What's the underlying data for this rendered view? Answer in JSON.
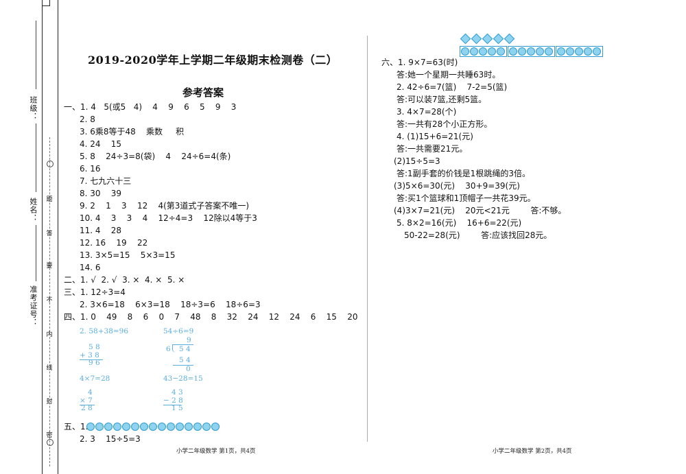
{
  "sidebar": {
    "labels": [
      "班级：",
      "姓名：",
      "准考证号："
    ],
    "seal_chars": [
      "密",
      "封",
      "线",
      "内",
      "不",
      "要",
      "答",
      "题"
    ]
  },
  "page1": {
    "title": "2019-2020学年上学期二年级期末检测卷（二）",
    "subtitle": "参考答案",
    "lines": [
      "一、1. 4   5(或5   4)    4    9    6    5    9    3",
      "2. 8",
      "3. 6乘8等于48    乘数     积",
      "4. 24    15",
      "5. 8    24÷3=8(袋)    4    24÷6=4(条)",
      "6. 16",
      "7. 七九六十三",
      "8. 30    39",
      "9. 2    1    3    12    4(第3道式子答案不唯一)",
      "10. 4    3    3    4    12÷4=3    12除以4等于3",
      "11. 4    28",
      "12. 16    19    22",
      "13. 3×5=15    5×3=15",
      "14. 6",
      "二、1. √  2. √  3. ×  4. ×  5. ×",
      "三、1. 12÷3=4",
      "2. 3×6=18    6×3=18    18÷3=6    18÷6=3",
      "四、1. 0    49    8    6    0    7    48    8    32    24    12    24    6    15    20"
    ],
    "calc": {
      "add_eq": "2. 58+38=96",
      "add_rows": [
        "5 8",
        "+ 3 8",
        "9 6"
      ],
      "div_eq": "54÷6=9",
      "div_quotient": "9",
      "div_divisor": "6",
      "div_dividend": "5 4",
      "div_product": "5 4",
      "div_remainder": "0",
      "mul_eq": "4×7=28",
      "mul_rows": [
        "4",
        "× 7",
        "2 8"
      ],
      "sub_eq": "43−28=15",
      "sub_rows": [
        "4 3",
        "− 2 8",
        "1 5"
      ]
    },
    "section5": [
      "五、1.",
      "2. 3    15÷5=3"
    ],
    "footer": "小学二年级数学    第1页，共4页"
  },
  "page2": {
    "lines": [
      "六、1. 9×7=63(时)",
      "答:她一个星期一共睡63时。",
      "2. 42÷6=7(篮)    7-2=5(篮)",
      "答:可以装7篮,还剩5篮。",
      "3. 4×7=28(个)",
      "答:一共有28个小正方形。",
      "4. (1)15+6=21(元)",
      "答:一共需要21元。",
      "(2)15÷5=3",
      "答:1副手套的价钱是1根跳绳的3倍。",
      "(3)5×6=30(元)    30+9=39(元)",
      "答:买1个篮球和1顶帽子一共花39元。",
      "(4)3×7=21(元)    20元<21元        答:不够。",
      "5. 8×2=16(元)    16+6=22(元)",
      "50-22=28(元)        答:应该找回28元。"
    ],
    "footer": "小学二年级数学  第2页，共4页"
  },
  "colors": {
    "blue_text": "#5aaede",
    "circle_fill": "#8fd3ef",
    "circle_border": "#2d9bd0"
  }
}
